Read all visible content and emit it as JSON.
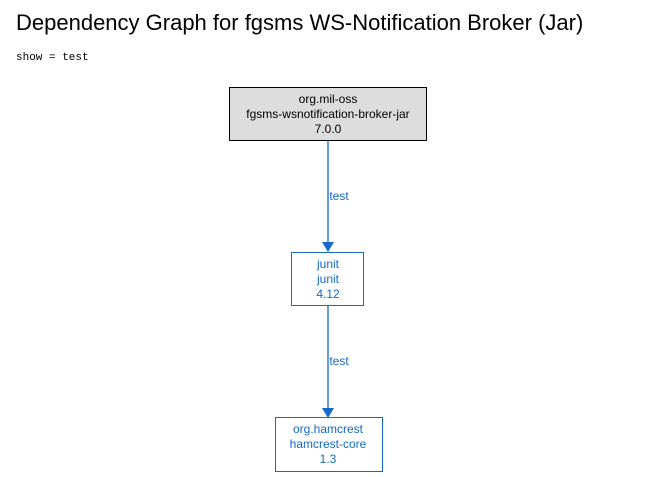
{
  "header": {
    "title": "Dependency Graph for fgsms WS-Notification Broker (Jar)",
    "filter": "show = test"
  },
  "colors": {
    "root_fill": "#dddddd",
    "root_stroke": "#000000",
    "root_text": "#000000",
    "dep_fill": "#ffffff",
    "dep_stroke": "#1569c7",
    "dep_text": "#1569c7",
    "edge": "#1569c7"
  },
  "graph": {
    "nodes": [
      {
        "id": "root",
        "group": "org.mil-oss",
        "artifact": "fgsms-wsnotification-broker-jar",
        "version": "7.0.0"
      },
      {
        "id": "junit",
        "group": "junit",
        "artifact": "junit",
        "version": "4.12"
      },
      {
        "id": "hamcrest",
        "group": "org.hamcrest",
        "artifact": "hamcrest-core",
        "version": "1.3"
      }
    ],
    "edges": [
      {
        "from": "root",
        "to": "junit",
        "scope": "test"
      },
      {
        "from": "junit",
        "to": "hamcrest",
        "scope": "test"
      }
    ]
  }
}
